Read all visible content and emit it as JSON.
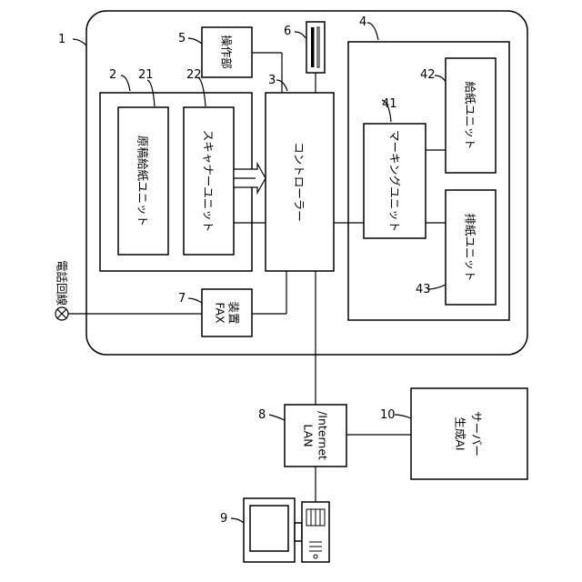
{
  "labels": {
    "n1": "1",
    "n2": "2",
    "n21": "21",
    "n22": "22",
    "n3": "3",
    "n4": "4",
    "n41": "41",
    "n42": "42",
    "n43": "43",
    "n5": "5",
    "n6": "6",
    "n7": "7",
    "n8": "8",
    "n9": "9",
    "n10": "10",
    "original_feed_unit": "原稿給紙ユニット",
    "scanner_unit": "スキャナーユニット",
    "controller": "コントローラー",
    "marking_unit": "マーキングユニット",
    "paper_feed_unit": "給紙ユニット",
    "paper_eject_unit": "排紙ユニット",
    "operation_unit": "操作部",
    "fax_line1": "FAX",
    "fax_line2": "装置",
    "telephone_line": "電話回線",
    "lan_line1": "LAN",
    "lan_line2": "/Internet",
    "gen_ai_line1": "生成AI",
    "gen_ai_line2": "サーバー"
  }
}
